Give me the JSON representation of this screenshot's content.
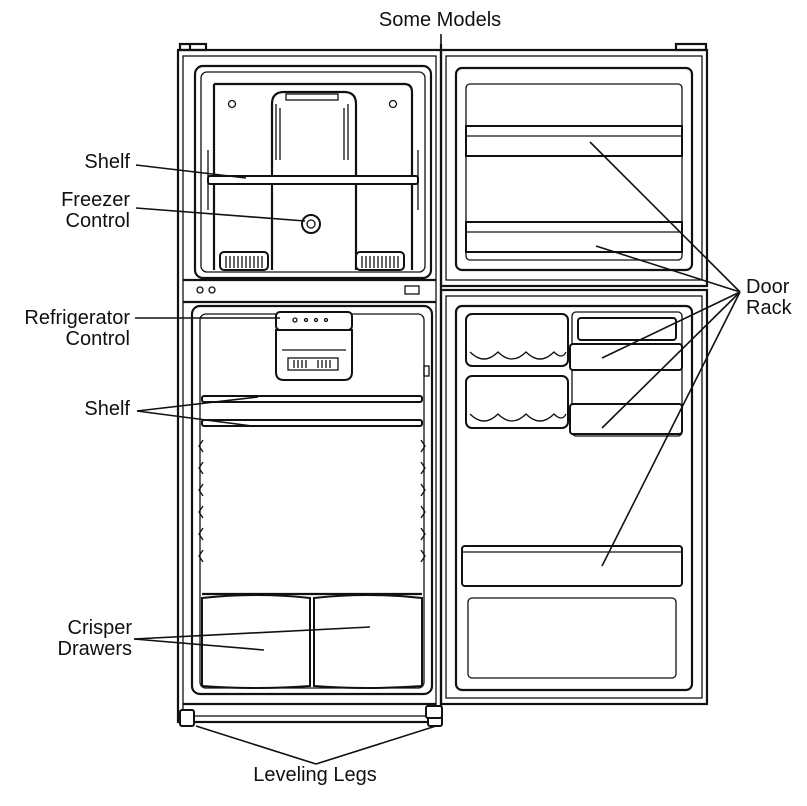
{
  "labels": {
    "some_models": "Some Models",
    "shelf_freezer": "Shelf",
    "freezer_control_1": "Freezer",
    "freezer_control_2": "Control",
    "refrigerator_control_1": "Refrigerator",
    "refrigerator_control_2": "Control",
    "shelf_fridge": "Shelf",
    "crisper_1": "Crisper",
    "crisper_2": "Drawers",
    "door_rack_1": "Door",
    "door_rack_2": "Rack",
    "leveling_legs": "Leveling Legs"
  }
}
